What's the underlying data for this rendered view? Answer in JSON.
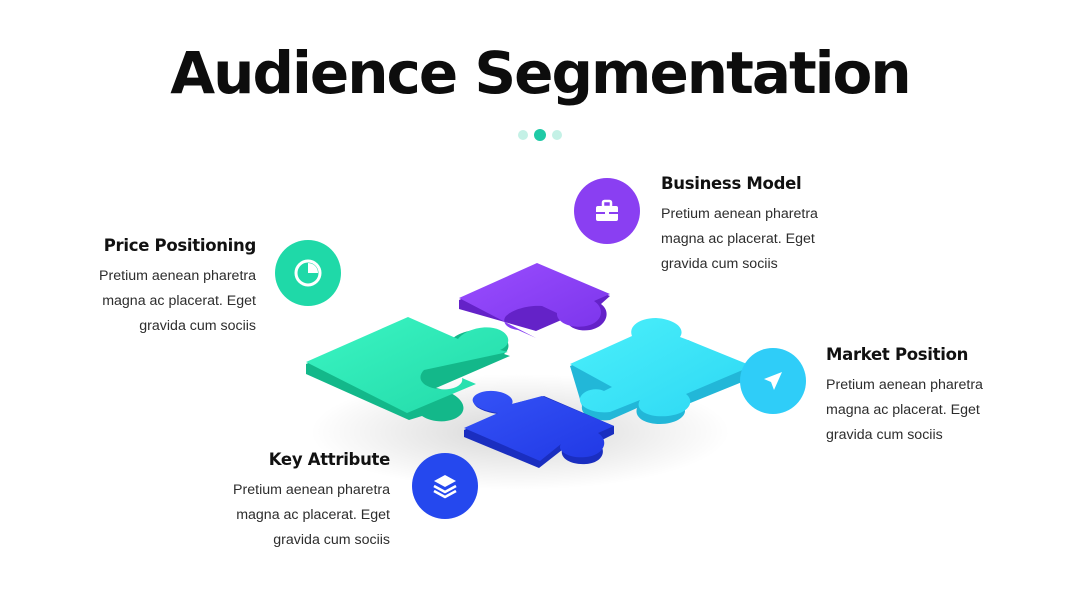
{
  "title": "Audience Segmentation",
  "pagination": {
    "count": 3,
    "active_index": 1
  },
  "colors": {
    "green": "#2ee8b6",
    "purple": "#8e3ff5",
    "cyan": "#3fe6f5",
    "blue": "#2846f0",
    "accent_teal": "#1fcaa6"
  },
  "segments": {
    "price_positioning": {
      "title": "Price Positioning",
      "line1": "Pretium aenean pharetra",
      "line2": "magna ac placerat. Eget",
      "line3": "gravida cum sociis",
      "icon": "pie-chart-icon",
      "color": "#1fd9a8"
    },
    "business_model": {
      "title": "Business Model",
      "line1": "Pretium aenean pharetra",
      "line2": "magna ac placerat. Eget",
      "line3": "gravida cum sociis",
      "icon": "briefcase-icon",
      "color": "#8a3ff2"
    },
    "market_position": {
      "title": "Market Position",
      "line1": "Pretium aenean pharetra",
      "line2": "magna ac placerat. Eget",
      "line3": "gravida cum sociis",
      "icon": "paper-plane-icon",
      "color": "#2fcdf8"
    },
    "key_attribute": {
      "title": "Key Attribute",
      "line1": "Pretium aenean pharetra",
      "line2": "magna ac placerat. Eget",
      "line3": "gravida cum sociis",
      "icon": "layers-icon",
      "color": "#2548ee"
    }
  }
}
